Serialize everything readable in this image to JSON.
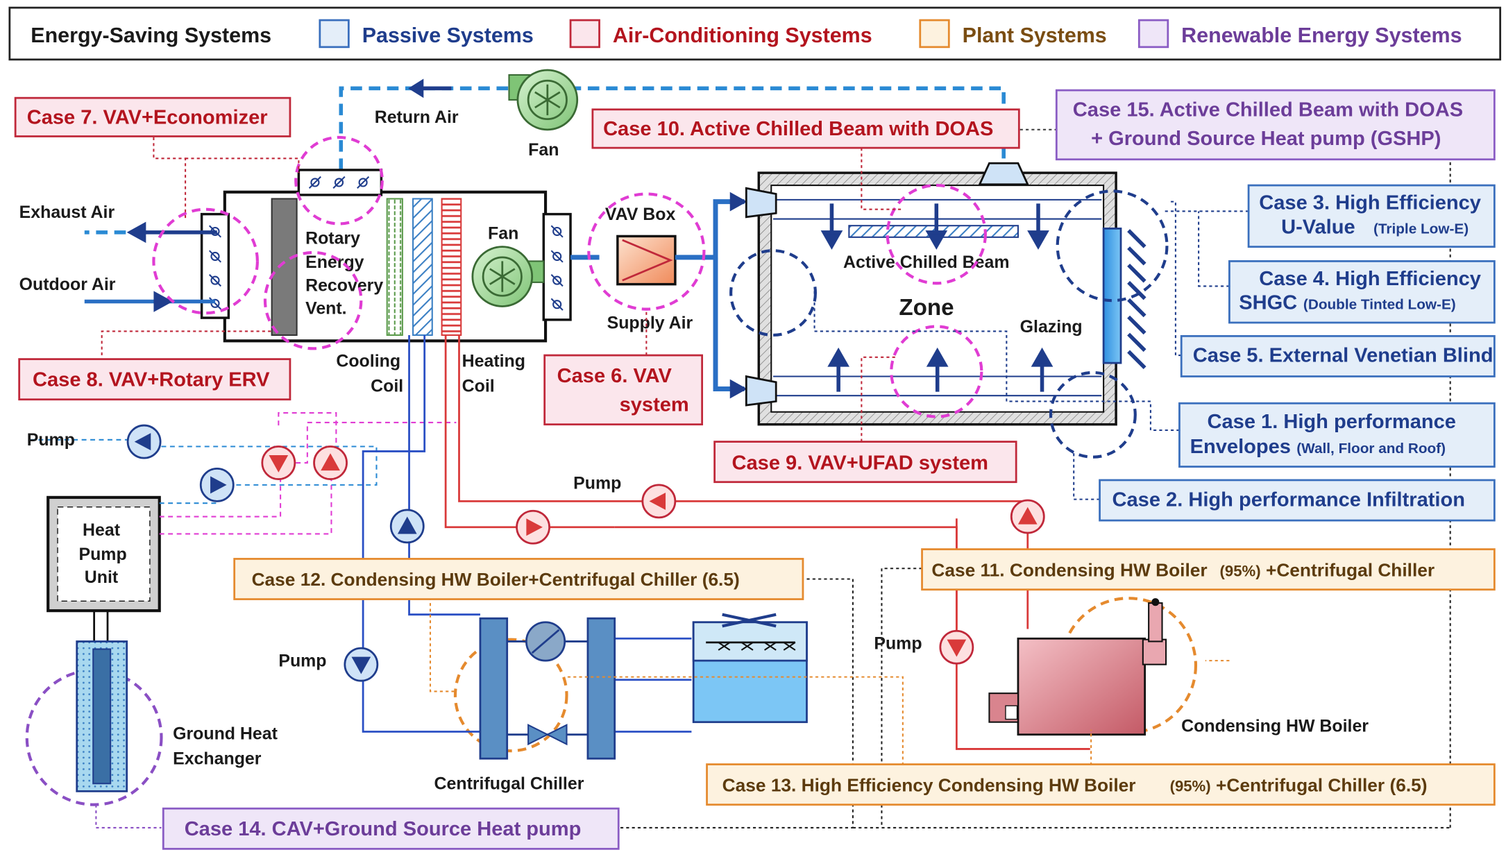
{
  "legend": {
    "title": "Energy-Saving Systems",
    "items": [
      {
        "label": "Passive Systems",
        "color": "#1f3d8c"
      },
      {
        "label": "Air-Conditioning Systems",
        "color": "#b3141e"
      },
      {
        "label": "Plant Systems",
        "color": "#e58a2e"
      },
      {
        "label": "Renewable Energy Systems",
        "color": "#8a5cc4"
      }
    ]
  },
  "labels": {
    "return_air": "Return Air",
    "fan_top": "Fan",
    "exhaust_air": "Exhaust Air",
    "outdoor_air": "Outdoor Air",
    "rotary_1": "Rotary",
    "rotary_2": "Energy",
    "rotary_3": "Recovery",
    "rotary_4": "Vent.",
    "fan_ahu": "Fan",
    "cooling_coil_1": "Cooling",
    "cooling_coil_2": "Coil",
    "heating_coil_1": "Heating",
    "heating_coil_2": "Coil",
    "vav_box": "VAV Box",
    "supply_air": "Supply Air",
    "active_chilled_beam": "Active Chilled Beam",
    "zone": "Zone",
    "glazing": "Glazing",
    "pump_1": "Pump",
    "pump_2": "Pump",
    "pump_3": "Pump",
    "pump_4": "Pump",
    "heat_pump_1": "Heat",
    "heat_pump_2": "Pump",
    "heat_pump_3": "Unit",
    "ground_hx_1": "Ground Heat",
    "ground_hx_2": "Exchanger",
    "centrifugal_chiller": "Centrifugal Chiller",
    "condensing_boiler": "Condensing HW Boiler"
  },
  "cases": {
    "case1_a": "Case 1. High performance",
    "case1_b": "Envelopes",
    "case1_c": "(Wall, Floor and Roof)",
    "case2": "Case 2. High performance Infiltration",
    "case3_a": "Case 3. High Efficiency",
    "case3_b": "U-Value",
    "case3_c": "(Triple Low-E)",
    "case4_a": "Case 4. High Efficiency",
    "case4_b": "SHGC",
    "case4_c": "(Double Tinted Low-E)",
    "case5": "Case 5. External Venetian Blind",
    "case6_a": "Case 6. VAV",
    "case6_b": "system",
    "case7": "Case 7. VAV+Economizer",
    "case8": "Case 8. VAV+Rotary ERV",
    "case9": "Case 9. VAV+UFAD system",
    "case10": "Case 10. Active Chilled Beam with DOAS",
    "case11_a": "Case 11. Condensing HW Boiler",
    "case11_b": "(95%)",
    "case11_c": "+Centrifugal Chiller",
    "case12": "Case 12. Condensing HW Boiler+Centrifugal Chiller (6.5)",
    "case13_a": "Case 13. High Efficiency Condensing HW Boiler",
    "case13_b": "(95%)",
    "case13_c": "+Centrifugal Chiller (6.5)",
    "case14": "Case 14. CAV+Ground Source Heat pump",
    "case15_a": "Case 15. Active Chilled Beam with DOAS",
    "case15_b": "+ Ground Source Heat pump (GSHP)"
  }
}
